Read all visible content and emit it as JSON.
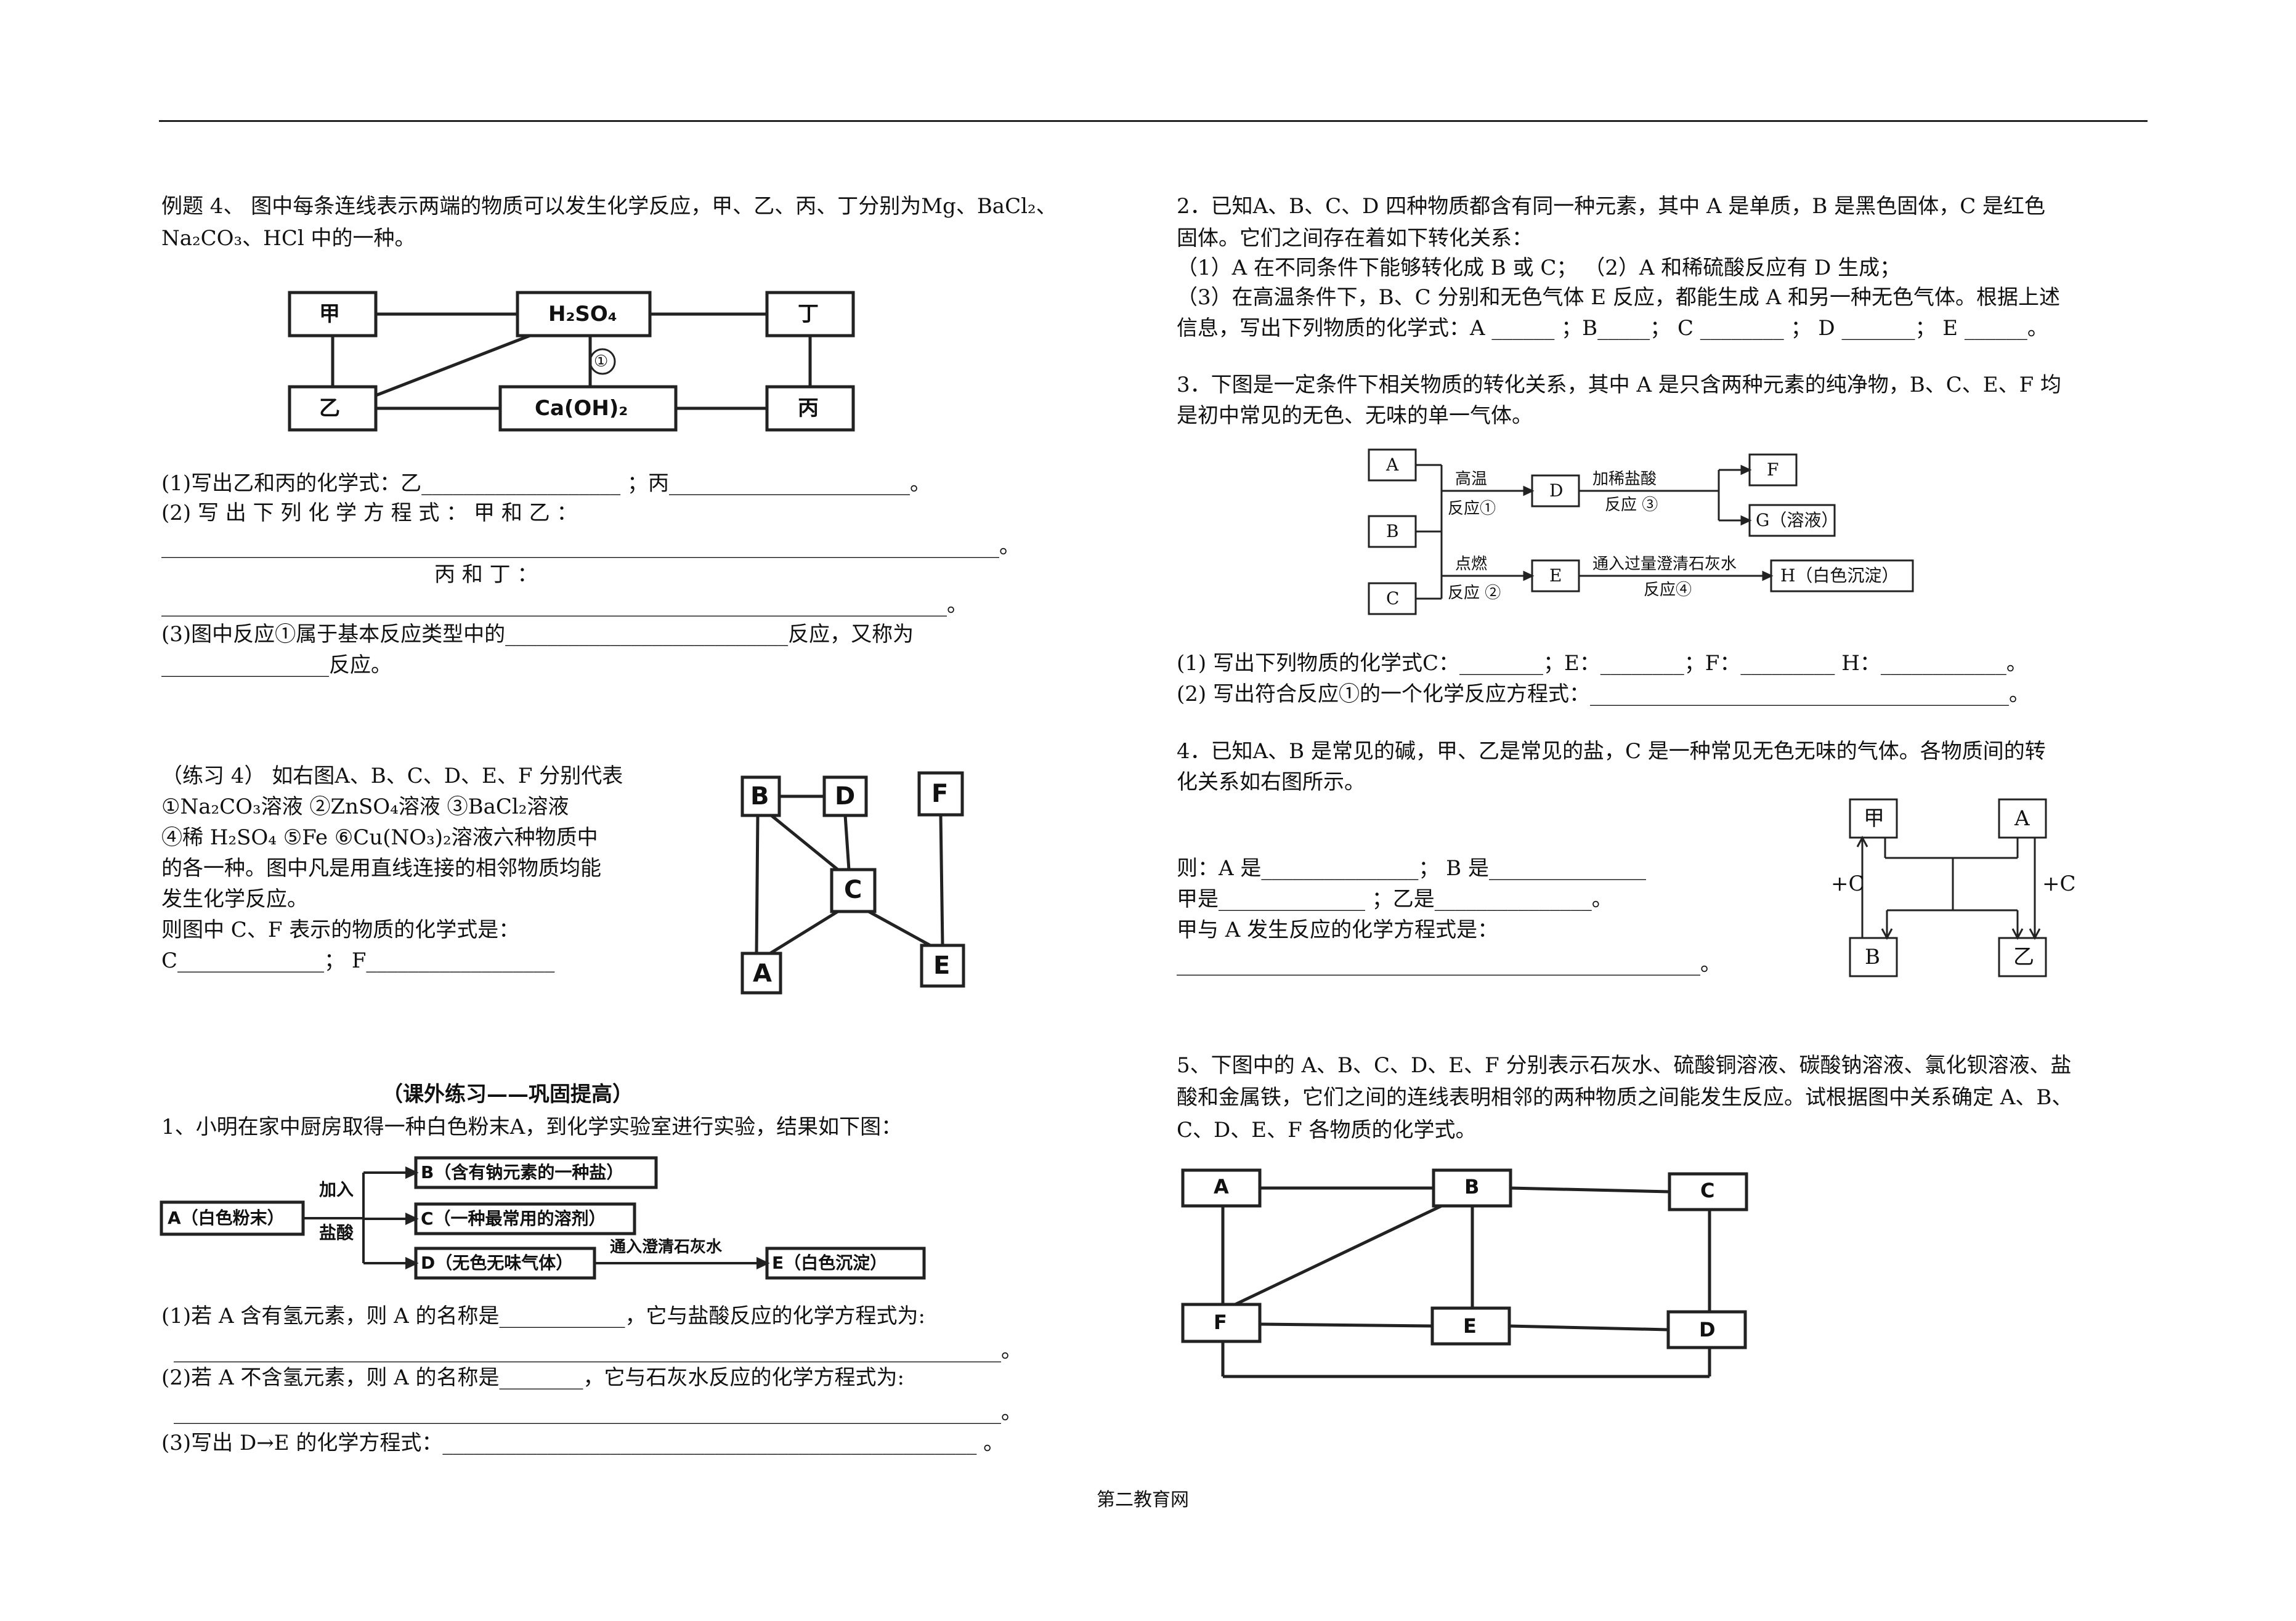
{
  "footer": "第二教育网",
  "ex4": {
    "l1": "例题 4、 图中每条连线表示两端的物质可以发生化学反应，甲、乙、丙、丁分别为Mg、BaCl₂、",
    "l2": "Na₂CO₃、HCl 中的一种。",
    "boxes": {
      "jia": "甲",
      "h2so4": "H₂SO₄",
      "ding": "丁",
      "yi": "乙",
      "caoh": "Ca(OH)₂",
      "bing": "丙",
      "mark1": "①"
    },
    "q1": "(1)写出乙和丙的化学式：乙___________________ ；丙_______________________。",
    "q2a": "(2)  写  出  下  列  化  学  方  程  式 ：  甲  和  乙 ：",
    "q2b": "________________________________________________________________________________。",
    "q2c": "丙                   和                   丁                              ：",
    "q2d": "___________________________________________________________________________。",
    "q3a": "(3)图中反应①属于基本反应类型中的___________________________反应，又称为",
    "q3b": "________________反应。"
  },
  "pr4": {
    "l1": "（练习 4） 如右图A、B、C、D、E、F 分别代表",
    "l2": "①Na₂CO₃溶液  ②ZnSO₄溶液   ③BaCl₂溶液",
    "l3": "④稀 H₂SO₄    ⑤Fe   ⑥Cu(NO₃)₂溶液六种物质中",
    "l4": "的各一种。图中凡是用直线连接的相邻物质均能",
    "l5": "发生化学反应。",
    "l6": "则图中 C、F 表示的物质的化学式是：",
    "l7": "   C______________；   F__________________",
    "boxes": {
      "B": "B",
      "D": "D",
      "F": "F",
      "C": "C",
      "A": "A",
      "E": "E"
    }
  },
  "extra": {
    "title": "（课外练习——巩固提高）",
    "q1": "1、小明在家中厨房取得一种白色粉末A，到化学实验室进行实验，结果如下图：",
    "boxA": "A（白色粉末）",
    "add": [
      "加入",
      "盐酸"
    ],
    "boxB": "B（含有钠元素的一种盐）",
    "boxC": "C（一种最常用的溶剂）",
    "boxD": "D（无色无味气体）",
    "lime": "通入澄清石灰水",
    "boxE": "E（白色沉淀）",
    "s1": "(1)若 A 含有氢元素，则 A 的名称是____________，它与盐酸反应的化学方程式为:",
    "s1b": "_______________________________________________________________________________。",
    "s2": "(2)若 A 不含氢元素，则 A 的名称是________，它与石灰水反应的化学方程式为:",
    "s2b": "_______________________________________________________________________________。",
    "s3": "(3)写出 D→E 的化学方程式：___________________________________________________ 。"
  },
  "r2": {
    "l1": "2．已知A、B、C、D 四种物质都含有同一种元素，其中 A 是单质，B 是黑色固体，C 是红色",
    "l2": "固体。它们之间存在着如下转化关系：",
    "l3": "（1）A 在不同条件下能够转化成 B 或 C；          （2）A 和稀硫酸反应有 D 生成；",
    "l4": "（3）在高温条件下，B、C 分别和无色气体 E 反应，都能生成 A 和另一种无色气体。根据上述",
    "l5": "信息，写出下列物质的化学式：A ______ ；B_____；  C ________ ；  D _______；  E ______。"
  },
  "r3": {
    "l1": "3．下图是一定条件下相关物质的转化关系，其中 A 是只含两种元素的纯净物，B、C、E、F 均",
    "l2": "是初中常见的无色、无味的单一气体。",
    "boxes": {
      "A": "A",
      "B": "B",
      "C": "C",
      "D": "D",
      "E": "E",
      "F": "F",
      "G": "G（溶液）",
      "H": "H（白色沉淀）"
    },
    "gw": "高温",
    "r1": "反应①",
    "acid": "加稀盐酸",
    "r3": "反应 ③",
    "dr": "点燃",
    "r2": "反应 ②",
    "lime": "通入过量澄清石灰水",
    "r4": "反应④",
    "q1": "(1) 写出下列物质的化学式C：________；E：________；F：_________   H：____________。",
    "q2": "(2) 写出符合反应①的一个化学反应方程式：________________________________________。"
  },
  "r4": {
    "l1": "4．已知A、B 是常见的碱，甲、乙是常见的盐，C 是一种常见无色无味的气体。各物质间的转",
    "l2": "化关系如右图所示。",
    "l3": "则：A 是_______________；  B 是_______________",
    "l4": "      甲是______________ ；乙是_______________。",
    "l5": "甲与 A 发生反应的化学方程式是：",
    "l6": "__________________________________________________。",
    "boxes": {
      "jia": "甲",
      "A": "A",
      "B": "B",
      "yi": "乙"
    },
    "plusC": "+C"
  },
  "r5": {
    "l1": "5、下图中的 A、B、C、D、E、F 分别表示石灰水、硫酸铜溶液、碳酸钠溶液、氯化钡溶液、盐",
    "l2": "酸和金属铁，它们之间的连线表明相邻的两种物质之间能发生反应。试根据图中关系确定 A、B、",
    "l3": "C、D、E、F 各物质的化学式。",
    "boxes": {
      "A": "A",
      "B": "B",
      "C": "C",
      "F": "F",
      "E": "E",
      "D": "D"
    }
  }
}
